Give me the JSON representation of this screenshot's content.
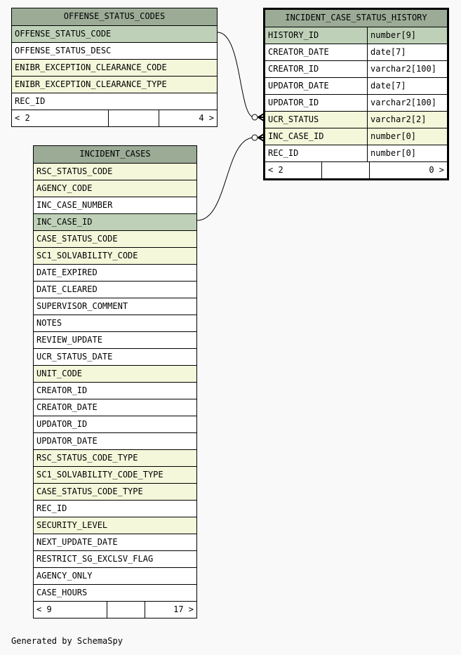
{
  "footer_text": "Generated by SchemaSpy",
  "tables": {
    "offense": {
      "name": "OFFENSE_STATUS_CODES",
      "columns": [
        {
          "name": "OFFENSE_STATUS_CODE",
          "kind": "pk"
        },
        {
          "name": "OFFENSE_STATUS_DESC",
          "kind": "plain"
        },
        {
          "name": "ENIBR_EXCEPTION_CLEARANCE_CODE",
          "kind": "fk"
        },
        {
          "name": "ENIBR_EXCEPTION_CLEARANCE_TYPE",
          "kind": "fk"
        },
        {
          "name": "REC_ID",
          "kind": "plain"
        }
      ],
      "parents": "< 2",
      "children": "4 >"
    },
    "history": {
      "name": "INCIDENT_CASE_STATUS_HISTORY",
      "columns": [
        {
          "name": "HISTORY_ID",
          "type": "number[9]",
          "kind": "pk"
        },
        {
          "name": "CREATOR_DATE",
          "type": "date[7]",
          "kind": "plain"
        },
        {
          "name": "CREATOR_ID",
          "type": "varchar2[100]",
          "kind": "plain"
        },
        {
          "name": "UPDATOR_DATE",
          "type": "date[7]",
          "kind": "plain"
        },
        {
          "name": "UPDATOR_ID",
          "type": "varchar2[100]",
          "kind": "plain"
        },
        {
          "name": "UCR_STATUS",
          "type": "varchar2[2]",
          "kind": "fk"
        },
        {
          "name": "INC_CASE_ID",
          "type": "number[0]",
          "kind": "fk"
        },
        {
          "name": "REC_ID",
          "type": "number[0]",
          "kind": "plain"
        }
      ],
      "parents": "< 2",
      "children": "0 >"
    },
    "incident": {
      "name": "INCIDENT_CASES",
      "columns": [
        {
          "name": "RSC_STATUS_CODE",
          "kind": "fk"
        },
        {
          "name": "AGENCY_CODE",
          "kind": "fk"
        },
        {
          "name": "INC_CASE_NUMBER",
          "kind": "plain"
        },
        {
          "name": "INC_CASE_ID",
          "kind": "pk"
        },
        {
          "name": "CASE_STATUS_CODE",
          "kind": "fk"
        },
        {
          "name": "SC1_SOLVABILITY_CODE",
          "kind": "fk"
        },
        {
          "name": "DATE_EXPIRED",
          "kind": "plain"
        },
        {
          "name": "DATE_CLEARED",
          "kind": "plain"
        },
        {
          "name": "SUPERVISOR_COMMENT",
          "kind": "plain"
        },
        {
          "name": "NOTES",
          "kind": "plain"
        },
        {
          "name": "REVIEW_UPDATE",
          "kind": "plain"
        },
        {
          "name": "UCR_STATUS_DATE",
          "kind": "plain"
        },
        {
          "name": "UNIT_CODE",
          "kind": "fk"
        },
        {
          "name": "CREATOR_ID",
          "kind": "plain"
        },
        {
          "name": "CREATOR_DATE",
          "kind": "plain"
        },
        {
          "name": "UPDATOR_ID",
          "kind": "plain"
        },
        {
          "name": "UPDATOR_DATE",
          "kind": "plain"
        },
        {
          "name": "RSC_STATUS_CODE_TYPE",
          "kind": "fk"
        },
        {
          "name": "SC1_SOLVABILITY_CODE_TYPE",
          "kind": "fk"
        },
        {
          "name": "CASE_STATUS_CODE_TYPE",
          "kind": "fk"
        },
        {
          "name": "REC_ID",
          "kind": "plain"
        },
        {
          "name": "SECURITY_LEVEL",
          "kind": "fk"
        },
        {
          "name": "NEXT_UPDATE_DATE",
          "kind": "plain"
        },
        {
          "name": "RESTRICT_SG_EXCLSV_FLAG",
          "kind": "plain"
        },
        {
          "name": "AGENCY_ONLY",
          "kind": "plain"
        },
        {
          "name": "CASE_HOURS",
          "kind": "plain"
        }
      ],
      "parents": "< 9",
      "children": "17 >"
    }
  }
}
